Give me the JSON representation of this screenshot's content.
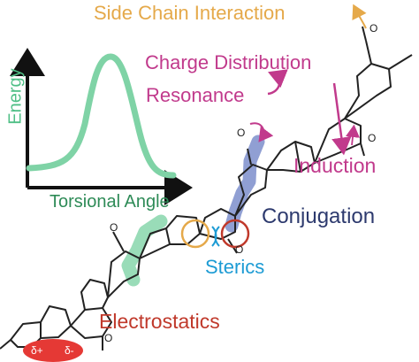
{
  "labels": {
    "side_chain": "Side Chain Interaction",
    "charge_distribution": "Charge Distribution",
    "resonance": "Resonance",
    "induction": "Induction",
    "conjugation": "Conjugation",
    "sterics": "Sterics",
    "electrostatics": "Electrostatics"
  },
  "energy_plot": {
    "y_label": "Energy",
    "x_label": "Torsional Angle"
  },
  "dipole": {
    "positive": "δ+",
    "negative": "δ-"
  },
  "substituent": {
    "methoxy": "O"
  },
  "colors": {
    "side_chain": "#e5a94a",
    "charge": "#c13a8c",
    "conjugation": "#2d3a6e",
    "sterics": "#1c9bd4",
    "electrostatics": "#c0392b",
    "energy_curve": "#7fd3a6",
    "green_highlight": "#7fd3a6",
    "blue_highlight": "#6b7fc4"
  }
}
